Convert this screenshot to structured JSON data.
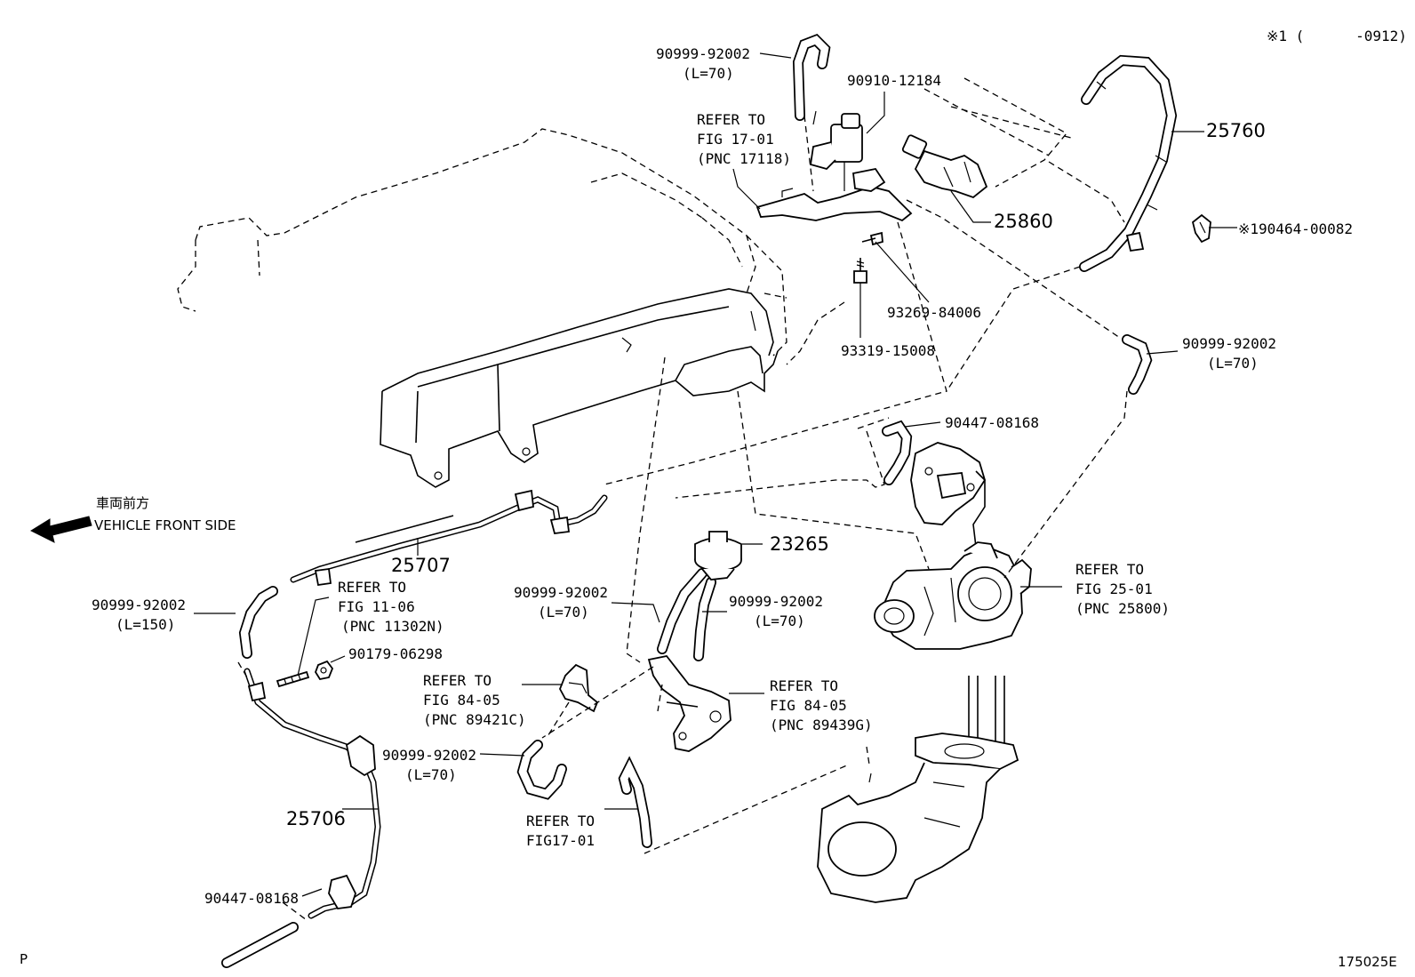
{
  "header": {
    "note": "※1 (      -0912)"
  },
  "footer": {
    "page_code": "P",
    "figure_id": "175025E"
  },
  "direction": {
    "jp": "車両前方",
    "en": "VEHICLE FRONT SIDE"
  },
  "labels": {
    "p_90999_top": {
      "num": "90999-92002",
      "len": "(L=70)"
    },
    "p_90910": {
      "num": "90910-12184"
    },
    "ref_17_01_a": {
      "l1": "REFER TO",
      "l2": "FIG 17-01",
      "l3": "(PNC 17118)"
    },
    "p_25760": {
      "num": "25760"
    },
    "p_25860": {
      "num": "25860"
    },
    "p_90464": {
      "num": "※190464-00082"
    },
    "p_93269": {
      "num": "93269-84006"
    },
    "p_93319": {
      "num": "93319-15008"
    },
    "p_90999_right": {
      "num": "90999-92002",
      "len": "(L=70)"
    },
    "p_90447_top": {
      "num": "90447-08168"
    },
    "p_25707": {
      "num": "25707"
    },
    "p_23265": {
      "num": "23265"
    },
    "ref_25_01": {
      "l1": "REFER TO",
      "l2": "FIG 25-01",
      "l3": "(PNC 25800)"
    },
    "p_90999_l150": {
      "num": "90999-92002",
      "len": "(L=150)"
    },
    "ref_11_06": {
      "l1": "REFER TO",
      "l2": "FIG 11-06",
      "l3": "(PNC 11302N)"
    },
    "p_90179": {
      "num": "90179-06298"
    },
    "p_90999_mid1": {
      "num": "90999-92002",
      "len": "(L=70)"
    },
    "p_90999_mid2": {
      "num": "90999-92002",
      "len": "(L=70)"
    },
    "ref_84_05_a": {
      "l1": "REFER TO",
      "l2": "FIG 84-05",
      "l3": "(PNC 89421C)"
    },
    "ref_84_05_b": {
      "l1": "REFER TO",
      "l2": "FIG 84-05",
      "l3": "(PNC 89439G)"
    },
    "p_90999_low": {
      "num": "90999-92002",
      "len": "(L=70)"
    },
    "ref_17_01_b": {
      "l1": "REFER TO",
      "l2": "FIG17-01"
    },
    "p_25706": {
      "num": "25706"
    },
    "p_90447_low": {
      "num": "90447-08168"
    }
  }
}
